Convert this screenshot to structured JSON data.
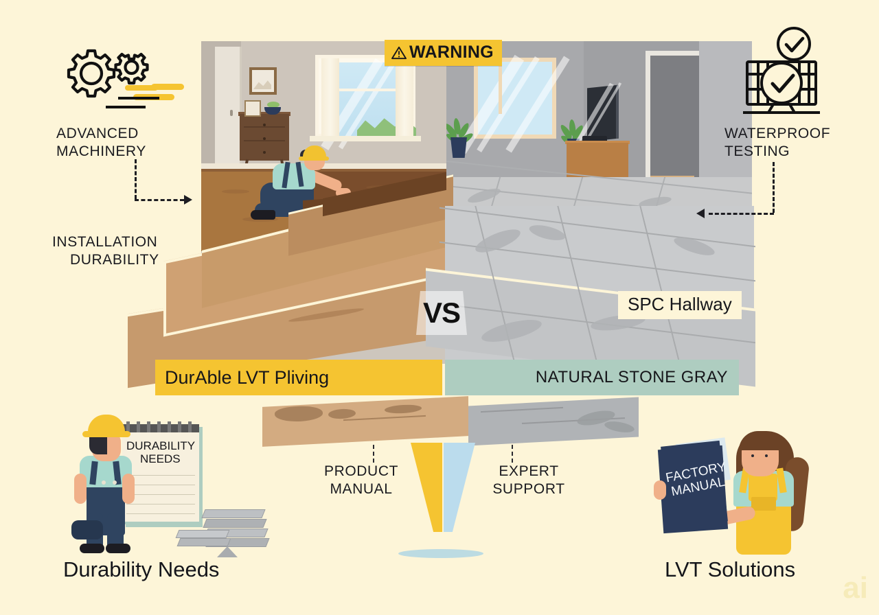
{
  "background_color": "#fdf5d8",
  "warning": {
    "label": "WARNING",
    "icon": "warning-triangle-icon",
    "bg_color": "#f5c431",
    "text_color": "#16161a"
  },
  "corners": {
    "top_left": {
      "icon": "gears-icon",
      "label_line1": "ADVANCED",
      "label_line2": "MACHINERY"
    },
    "mid_left": {
      "label_line1": "INSTALLATION",
      "label_line2": "DURABILITY"
    },
    "top_right": {
      "icon": "waterproof-test-monitor-icon",
      "label_line1": "WATERPROOF",
      "label_line2": "TESTING"
    }
  },
  "comparison": {
    "vs_label": "VS",
    "left_product_bar": {
      "label": "DurAble LVT Pliving",
      "bg_color": "#f5c431"
    },
    "right_product_bar": {
      "label": "NATURAL STONE GRAY",
      "bg_color": "#aecdc0"
    },
    "right_scene_label": "SPC Hallway"
  },
  "funnel": {
    "left_label_line1": "PRODUCT",
    "left_label_line2": "MANUAL",
    "right_label_line1": "EXPERT",
    "right_label_line2": "SUPPORT",
    "left_color": "#f5c431",
    "right_color": "#bbdced"
  },
  "people": {
    "left": {
      "caption": "Durability Needs",
      "notepad_line1": "DURABILITY",
      "notepad_line2": "NEEDS",
      "helmet_color": "#f5c431",
      "overalls_color": "#2f4460"
    },
    "right": {
      "caption": "LVT Solutions",
      "book_line1": "FACTORY",
      "book_line2": "MANUAL",
      "book_color": "#2c3c5c",
      "overalls_color": "#f5c431"
    }
  },
  "watermark": "ai"
}
